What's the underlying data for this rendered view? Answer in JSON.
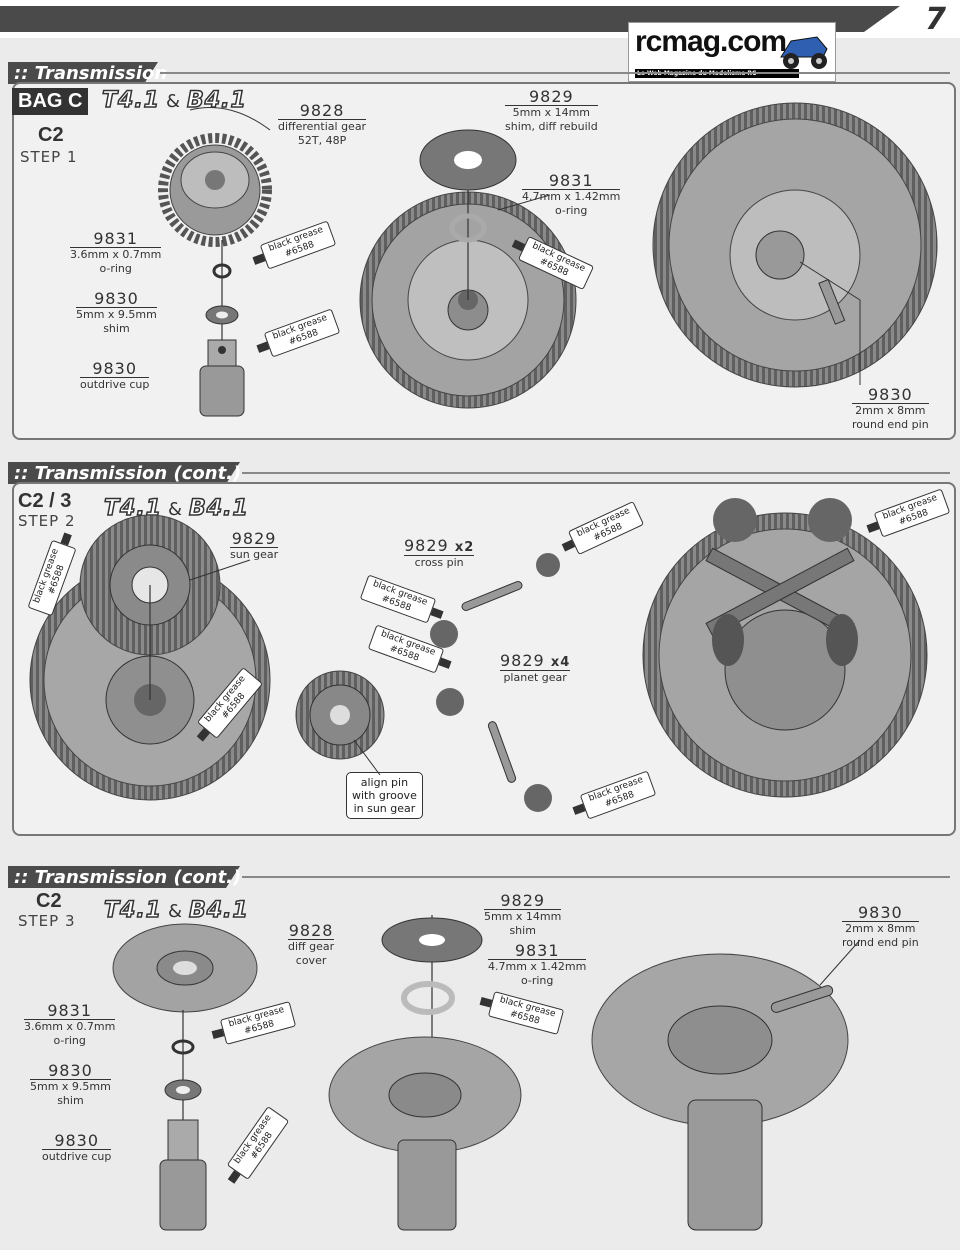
{
  "page": {
    "number": "7"
  },
  "logo": {
    "text": "rcmag.com",
    "tagline": "Le Web Magazine du Modelisme RC"
  },
  "cars": {
    "a": "T4.1",
    "amp": "&",
    "b": "B4.1"
  },
  "grease_label": {
    "line1": "black grease",
    "line2": "#6588"
  },
  "sections": [
    {
      "title": ":: Transmission",
      "bag": "BAG C",
      "code": "C2",
      "step": "STEP 1",
      "parts": [
        {
          "pn": "9828",
          "lines": [
            "differential gear",
            "52T, 48P"
          ]
        },
        {
          "pn": "9831",
          "lines": [
            "3.6mm x 0.7mm",
            "o-ring"
          ]
        },
        {
          "pn": "9830",
          "lines": [
            "5mm x 9.5mm",
            "shim"
          ]
        },
        {
          "pn": "9830",
          "lines": [
            "outdrive cup"
          ]
        },
        {
          "pn": "9829",
          "lines": [
            "5mm x 14mm",
            "shim, diff rebuild"
          ]
        },
        {
          "pn": "9831",
          "lines": [
            "4.7mm x 1.42mm",
            "o-ring"
          ]
        },
        {
          "pn": "9830",
          "lines": [
            "2mm x 8mm",
            "round end pin"
          ]
        }
      ]
    },
    {
      "title": ":: Transmission (cont.)",
      "code": "C2 / 3",
      "step": "STEP 2",
      "parts": [
        {
          "pn": "9829",
          "lines": [
            "sun gear"
          ]
        },
        {
          "pn": "9829",
          "qty": "x2",
          "lines": [
            "cross pin"
          ]
        },
        {
          "pn": "9829",
          "qty": "x4",
          "lines": [
            "planet gear"
          ]
        }
      ],
      "callout": [
        "align pin",
        "with groove",
        "in sun gear"
      ]
    },
    {
      "title": ":: Transmission (cont.)",
      "code": "C2",
      "step": "STEP 3",
      "parts": [
        {
          "pn": "9828",
          "lines": [
            "diff gear",
            "cover"
          ]
        },
        {
          "pn": "9831",
          "lines": [
            "3.6mm x 0.7mm",
            "o-ring"
          ]
        },
        {
          "pn": "9830",
          "lines": [
            "5mm x 9.5mm",
            "shim"
          ]
        },
        {
          "pn": "9830",
          "lines": [
            "outdrive cup"
          ]
        },
        {
          "pn": "9829",
          "lines": [
            "5mm x 14mm",
            "shim"
          ]
        },
        {
          "pn": "9831",
          "lines": [
            "4.7mm x 1.42mm",
            "o-ring"
          ]
        },
        {
          "pn": "9830",
          "lines": [
            "2mm x 8mm",
            "round end pin"
          ]
        }
      ]
    }
  ]
}
